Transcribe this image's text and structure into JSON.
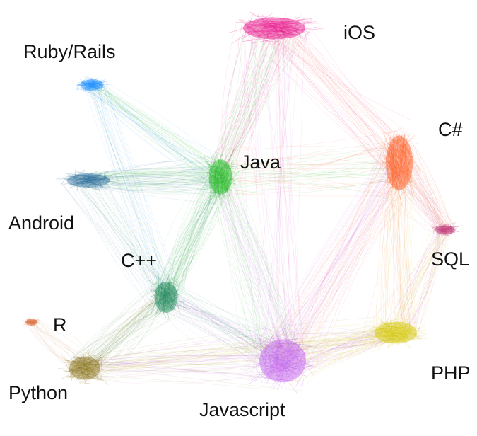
{
  "labels": {
    "ios": "iOS",
    "ruby_rails": "Ruby/Rails",
    "csharp": "C#",
    "java": "Java",
    "android": "Android",
    "sql": "SQL",
    "cpp": "C++",
    "r": "R",
    "php": "PHP",
    "python": "Python",
    "javascript": "Javascript"
  },
  "clusters": [
    {
      "key": "ios",
      "color": "#e8158c"
    },
    {
      "key": "ruby_rails",
      "color": "#1e90ff"
    },
    {
      "key": "csharp",
      "color": "#ff5a1f"
    },
    {
      "key": "java",
      "color": "#1fba1f"
    },
    {
      "key": "android",
      "color": "#2e6f9e"
    },
    {
      "key": "sql",
      "color": "#c2427f"
    },
    {
      "key": "cpp",
      "color": "#1f8a5a"
    },
    {
      "key": "r",
      "color": "#e0784a"
    },
    {
      "key": "php",
      "color": "#d4c800"
    },
    {
      "key": "python",
      "color": "#8a7418"
    },
    {
      "key": "javascript",
      "color": "#c05cf0"
    }
  ]
}
